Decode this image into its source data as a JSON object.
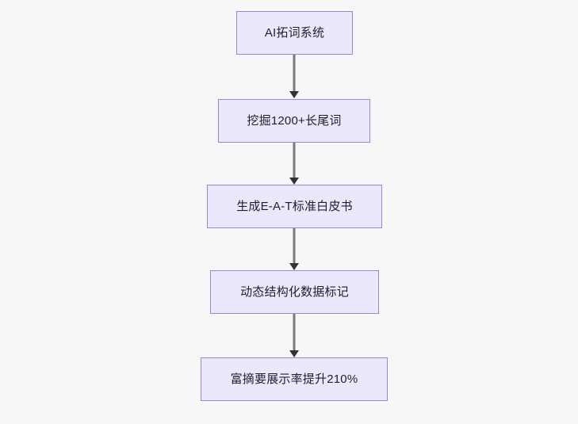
{
  "diagram": {
    "type": "flowchart",
    "direction": "top-to-bottom",
    "background_color": "#f7f7f7",
    "node_fill_color": "#ebe8fc",
    "node_border_color": "#9d84d4",
    "node_text_color": "#1f1f28",
    "edge_color": "#7a7a7a",
    "arrowhead_color": "#333333",
    "nodes": [
      {
        "label": "AI拓词系统"
      },
      {
        "label": "挖掘1200+长尾词"
      },
      {
        "label": "生成E-A-T标准白皮书"
      },
      {
        "label": "动态结构化数据标记"
      },
      {
        "label": "富摘要展示率提升210%"
      }
    ],
    "edges": [
      {
        "from": "AI拓词系统",
        "to": "挖掘1200+长尾词"
      },
      {
        "from": "挖掘1200+长尾词",
        "to": "生成E-A-T标准白皮书"
      },
      {
        "from": "生成E-A-T标准白皮书",
        "to": "动态结构化数据标记"
      },
      {
        "from": "动态结构化数据标记",
        "to": "富摘要展示率提升210%"
      }
    ]
  }
}
